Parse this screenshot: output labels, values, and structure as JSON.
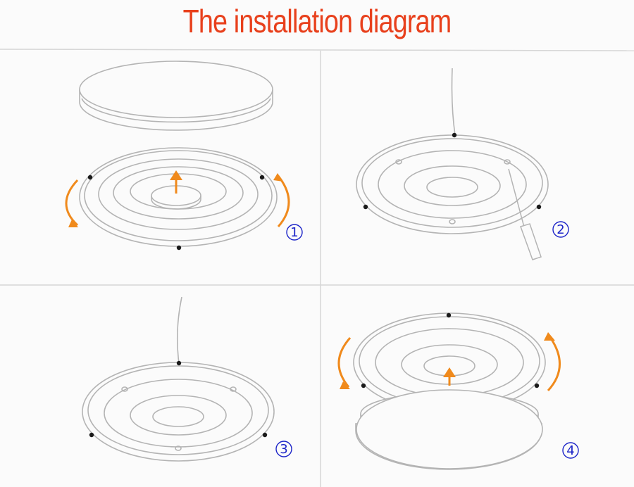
{
  "title": "The installation diagram",
  "colors": {
    "title": "#e8401c",
    "arrow": "#f08a1c",
    "line": "#b4b4b4",
    "divider": "#d6d6d6",
    "dot": "#1a1a1a",
    "step_number": "#1c24c8",
    "background": "#fbfbfb"
  },
  "steps": [
    {
      "number": "1"
    },
    {
      "number": "2"
    },
    {
      "number": "3"
    },
    {
      "number": "4"
    }
  ]
}
